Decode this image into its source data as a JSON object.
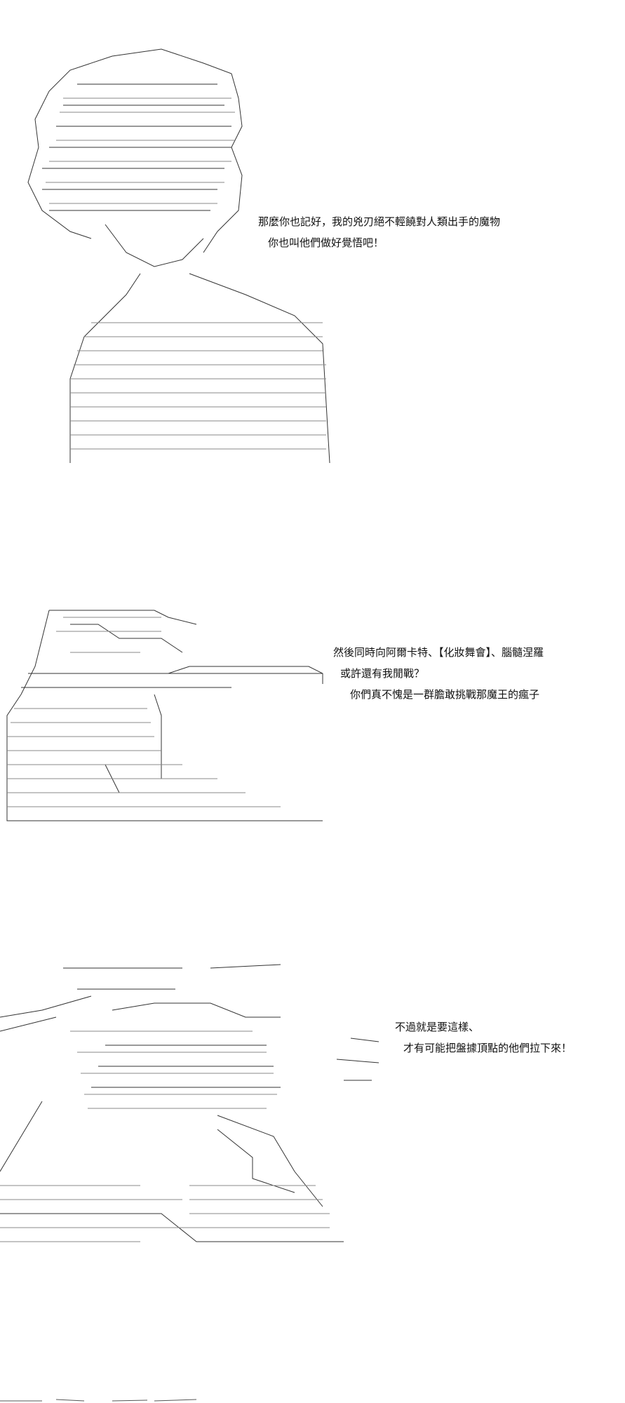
{
  "panels": [
    {
      "lines": [
        "那麼你也記好，我的兇刃絕不輕饒對人類出手的魔物",
        "你也叫他們做好覺悟吧！"
      ]
    },
    {
      "lines": [
        "然後同時向阿爾卡特、【化妝舞會】、腦髓涅羅",
        "或許還有我閒戰？",
        "你們真不愧是一群膽敢挑戰那魔王的瘋子"
      ]
    },
    {
      "lines": [
        "不過就是要這樣、",
        "才有可能把盤據頂點的他們拉下來！"
      ]
    }
  ],
  "colors": {
    "ink": "#111111",
    "background": "#ffffff"
  }
}
